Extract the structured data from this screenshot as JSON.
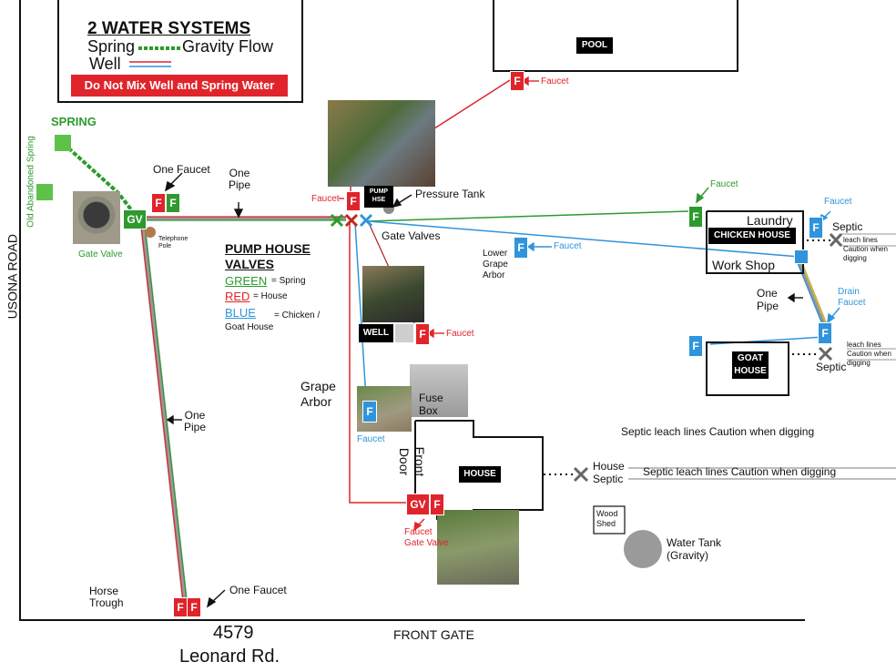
{
  "legend": {
    "title": "2 WATER SYSTEMS",
    "spring_label": "Spring",
    "gravity_label": "Gravity Flow",
    "well_label": "Well",
    "warning": "Do Not Mix Well and Spring Water"
  },
  "road": {
    "side_road": "USONA ROAD",
    "address_number": "4579",
    "address_street": "Leonard Rd.",
    "front_gate": "FRONT GATE"
  },
  "spring": {
    "label": "SPRING",
    "old_spring": "Old Abandoned Spring",
    "gv": "GV",
    "gate_valve": "Gate Valve",
    "telephone_pole": "Telephone\nPole"
  },
  "pipes": {
    "one_faucet_top": "One Faucet",
    "one_pipe_top": "One\nPipe",
    "one_pipe_side": "One\nPipe",
    "one_faucet_bottom": "One Faucet",
    "horse_trough": "Horse\nTrough",
    "one_pipe_right": "One\nPipe"
  },
  "pump_house": {
    "label": "PUMP\nHSE",
    "pressure_tank": "Pressure Tank",
    "faucet": "Faucet",
    "gate_valves": "Gate Valves",
    "valves_title": "PUMP HOUSE\nVALVES",
    "green_key": "GREEN",
    "green_value": "= Spring",
    "red_key": "RED",
    "red_value": "= House",
    "blue_key": "BLUE",
    "blue_value": "= Chicken /\nGoat House"
  },
  "pool": {
    "label": "POOL",
    "faucet": "Faucet"
  },
  "well": {
    "label": "WELL",
    "faucet": "Faucet"
  },
  "arbor": {
    "lower": "Lower\nGrape\nArbor",
    "lower_faucet": "Faucet",
    "grape": "Grape\nArbor",
    "grape_faucet": "Faucet"
  },
  "house": {
    "label": "HOUSE",
    "front_door": "Front\nDoor",
    "fuse_box": "Fuse\nBox",
    "gv": "GV",
    "faucet_gate_valve": "Faucet\nGate Valve",
    "house_septic": "House\nSeptic",
    "septic_note": "Septic leach lines Caution when digging",
    "septic_note_top": "Septic leach lines Caution when digging"
  },
  "outbuildings": {
    "laundry": "Laundry",
    "chicken_house": "CHICKEN HOUSE",
    "work_shop": "Work Shop",
    "faucet_green": "Faucet",
    "faucet_blue": "Faucet",
    "septic": "Septic",
    "leach_caution": "leach lines\nCaution when\ndigging",
    "drain_faucet": "Drain\nFaucet",
    "goat_house": "GOAT\nHOUSE",
    "goat_septic": "Septic",
    "goat_leach": "leach lines\nCaution when\ndigging"
  },
  "yard": {
    "wood_shed": "Wood\nShed",
    "water_tank": "Water Tank\n(Gravity)"
  },
  "markers": {
    "f": "F",
    "x": "✕"
  },
  "colors": {
    "spring": "#2e9a2e",
    "well_red": "#e0242b",
    "well_blue": "#2f94dc",
    "legend_bar": "#e0242b"
  }
}
